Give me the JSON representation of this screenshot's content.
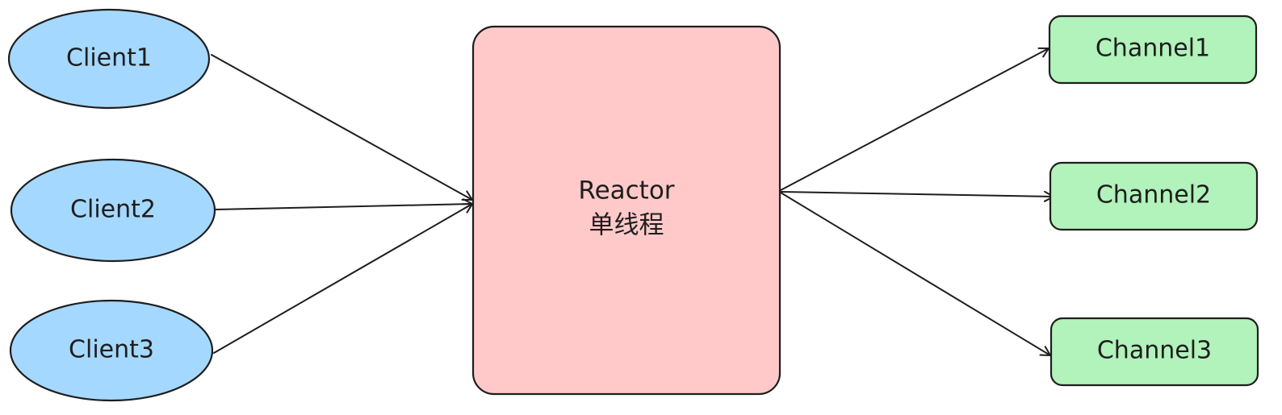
{
  "colors": {
    "client_fill": "#a5d8ff",
    "reactor_fill": "#ffc9c9",
    "channel_fill": "#b2f2bb",
    "stroke": "#1e1e1e"
  },
  "clients": [
    {
      "label": "Client1"
    },
    {
      "label": "Client2"
    },
    {
      "label": "Client3"
    }
  ],
  "reactor": {
    "label": "Reactor",
    "sublabel": "单线程"
  },
  "channels": [
    {
      "label": "Channel1"
    },
    {
      "label": "Channel2"
    },
    {
      "label": "Channel3"
    }
  ]
}
